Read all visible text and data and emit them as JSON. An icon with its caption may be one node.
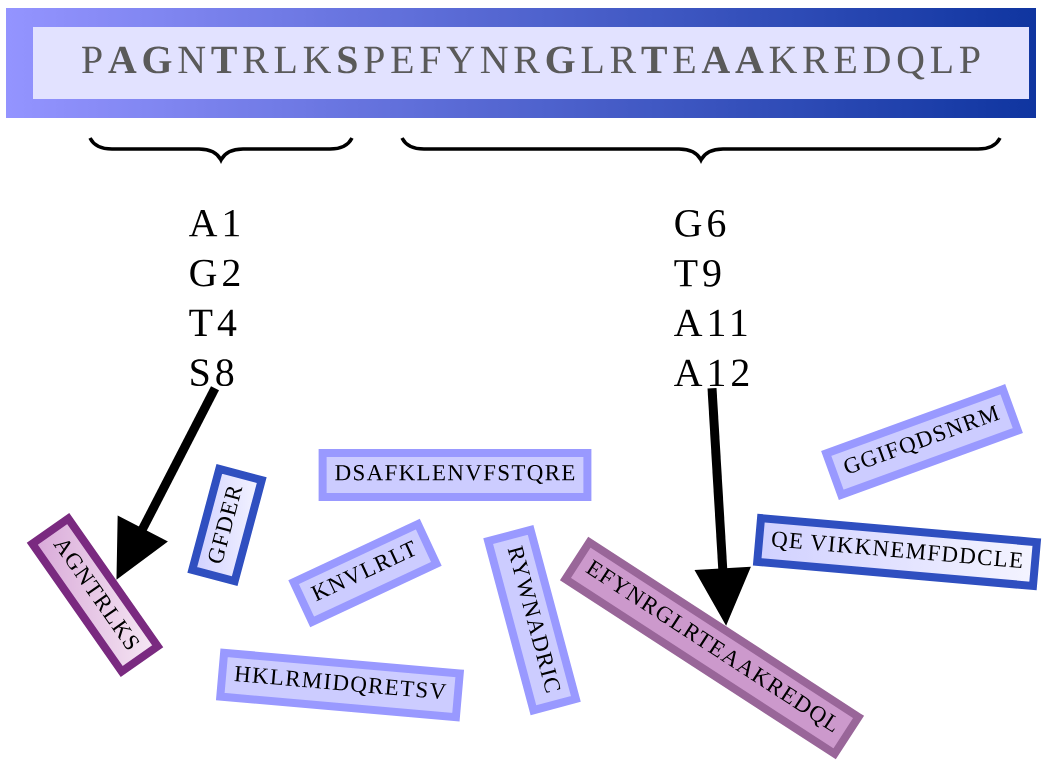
{
  "diagram": {
    "nodes": [
      {
        "text": [
          "P**AG**N**T**RLK**S**PEFYNR**G**LR**T**E**AA**KREDQLP"
        ]
      },
      {
        "text": [
          "A1",
          "G2",
          "T4",
          "S8"
        ]
      },
      {
        "text": [
          "G6",
          "T9",
          "A11",
          "A12"
        ]
      },
      {
        "text": [
          "AGNTRLKS"
        ]
      },
      {
        "text": [
          "GFDER"
        ]
      },
      {
        "text": [
          "DSAFKLENVFSTQRE"
        ]
      },
      {
        "text": [
          "KNVLRLT"
        ]
      },
      {
        "text": [
          "HKLRMIDQRETSV"
        ]
      },
      {
        "text": [
          "RYWNADRIC"
        ]
      },
      {
        "text": [
          "EFYNRGLRTEAAKREDQL"
        ]
      },
      {
        "text": [
          "QE",
          "VIKKNEMFDDCLE"
        ]
      },
      {
        "text": [
          "GGIFQDSNRM"
        ]
      }
    ],
    "edges": [
      {
        "from": 1,
        "to": 3,
        "arrow": "to"
      },
      {
        "from": 2,
        "to": 9,
        "arrow": "to"
      }
    ]
  }
}
